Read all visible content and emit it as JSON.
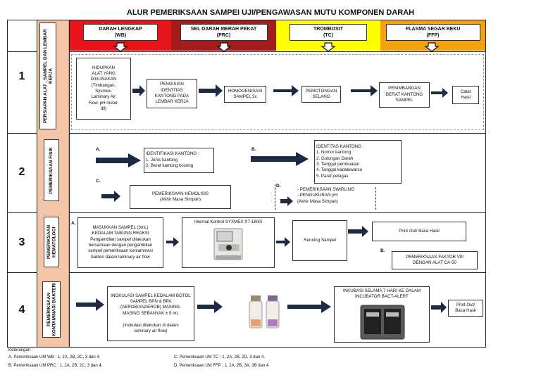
{
  "title": "ALUR PEMERIKSAAN SAMPEI UJI/PENGAWASAN MUTU KOMPONEN DARAH",
  "colors": {
    "wb": "#e8141c",
    "prc": "#a51c1c",
    "tc": "#ffff00",
    "ffp": "#f4a10e",
    "band": "#f4c6a8"
  },
  "columns": [
    {
      "name": "DARAH LENGKAP",
      "code": "(WB)"
    },
    {
      "name": "SEL DARAH MERAH PEKAT",
      "code": "(PRC)"
    },
    {
      "name": "TROMBOSIT",
      "code": "(TC)"
    },
    {
      "name": "PLASMA SEGAR BEKU",
      "code": "(FFP)"
    }
  ],
  "rows": [
    {
      "num": "1",
      "label": "PERSIAPAN ALAT , SAMPEL DAN LEMBAR KERJA"
    },
    {
      "num": "2",
      "label": "PEMERIKSAAN  FISIK"
    },
    {
      "num": "3",
      "label": "PEMERIKSAAN HEMATOLOGI"
    },
    {
      "num": "4",
      "label": "PEMERIKSAAN KONTAMINASI BAKTERI"
    }
  ],
  "step1": {
    "hidupkan": "HIDUPKAN\nALAT YANG\nDIGUNAKAN\n(Timbangan,\nSysmex,\nLaminary Air\nFlow, pH meter,\ndll)",
    "pengisian": "PENGISIAN\nIDENTITAS\nKANTONG PADA\nLEMBAR KERJA",
    "homogenisasi": "HOMOGENISASI\nSAMPEL 3x",
    "pemotongan": "PEMOTONGAN\nSELANG",
    "penimbangan": "PENIMBANGAN\nBERAT KANTONG\nSAMPEL",
    "catat": "Catat\nHasil"
  },
  "step2": {
    "label_a": "A.",
    "identifikasi": "IDENTIFIKASI KANTONG :\n1. Jenis kantong\n2. Berat kantong kosong",
    "label_b": "B.",
    "identitas": "IDENTITAS KANTONG :\n1. Nomor kantong\n2. Golongan Darah\n3. Tanggal pembuatan\n4. Tanggal kadaluwarsa\n5. Paraf petugas",
    "label_c": "C.",
    "hemolisis": "PEMERIKSAAN HEMOLISIS\n(Akhir Masa Simpan)",
    "label_d": "D.",
    "swirling": "- PEMERIKSAAN SWIRLING\n- PENGUKURAN pH\n(Akhir Masa Simpan)"
  },
  "step3": {
    "label_a": "A.",
    "masukkan": "MASUKKAN SAMPEL (3mL)\nKEDALAM TABUNG REAKSI\nPengambilan sampel dilakukan\nbersamaan dengan pengambilan\nsampel pemeriksaan kontaminasi\nbakteri dalam laminary air flow",
    "internal": "Internal Kontrol SYXMEX XT-1800i",
    "running": "Running Sampel",
    "print": "Print Out/ Baca  Hasil",
    "label_b": "B.",
    "faktor": "PEMERIKSAAN FAKTOR VIII\nDENGAN ALAT CA-50"
  },
  "step4": {
    "inokulasi": "INOKULASI SAMPEL KEDALAM BOTOL\nSAMPEL BPN & BPA\n(AEROB/ANAEROB) MASING-\nMASING SEBANYAK ± 5 mL\n\n(Inokulasi dilakukan di dalam\nlaminary air flow)",
    "inkubasi": "INKUBASI SELAMA 7 HARI KE DALAM\nINCUBATOR  BACT-ALERT",
    "print": "Print Out/\nBaca Hasil"
  },
  "legend": {
    "heading": "Keterangan :",
    "a": "A.  Pemeriksaan UM WB : 1, 2A, 2B, 2C, 3 dan 4.",
    "b": "B. Pemeriksaan UM PRC : 1, 2A, 2B, 2C, 3 dan 4.",
    "c": "C. Pemeriksaan UM TC : 1, 2A, 2B, 2D, 3 dan 4.",
    "d": "D. Pemeriksaan UM FFP : 1, 2A, 2B, 3A, 3B dan 4"
  }
}
